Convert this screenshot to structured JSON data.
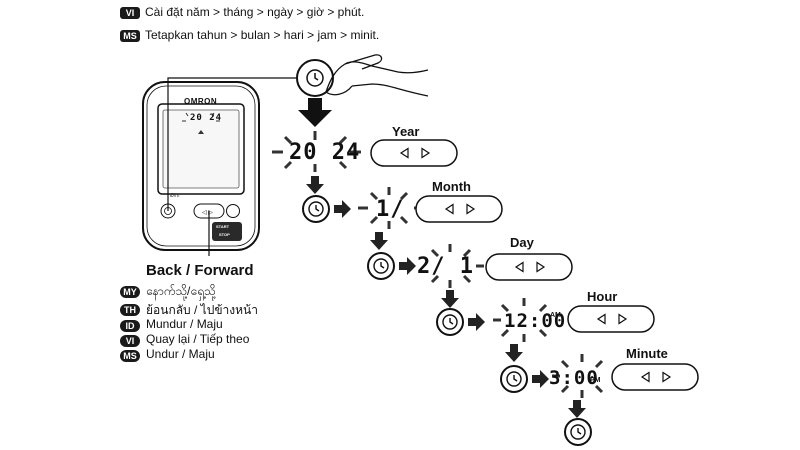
{
  "header": {
    "lines": [
      {
        "badge": "VI",
        "text": "Cài đặt năm > tháng > ngày > giờ > phút."
      },
      {
        "badge": "MS",
        "text": "Tetapkan tahun > bulan > hari > jam > minit."
      }
    ]
  },
  "device": {
    "brand": "OMRON",
    "lcd_year": "20 24",
    "start_stop_line1": "START",
    "start_stop_line2": "STOP"
  },
  "steps": [
    {
      "label": "Year",
      "display": "20 24",
      "ampm": ""
    },
    {
      "label": "Month",
      "display": "1/",
      "ampm": ""
    },
    {
      "label": "Day",
      "display": "2/ 1",
      "ampm": ""
    },
    {
      "label": "Hour",
      "display": "12:00",
      "ampm": "AM"
    },
    {
      "label": "Minute",
      "display": "3:00",
      "ampm": "PM"
    }
  ],
  "back_forward": {
    "title": "Back / Forward",
    "items": [
      {
        "badge": "MY",
        "text": "နောက်သို့/ရှေ့သို့"
      },
      {
        "badge": "TH",
        "text": "ย้อนกลับ / ไปข้างหน้า"
      },
      {
        "badge": "ID",
        "text": "Mundur / Maju"
      },
      {
        "badge": "VI",
        "text": "Quay lại / Tiếp theo"
      },
      {
        "badge": "MS",
        "text": "Undur / Maju"
      }
    ]
  }
}
